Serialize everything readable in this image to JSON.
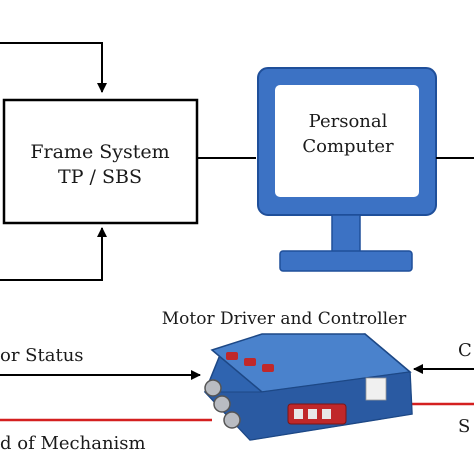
{
  "frame_box": {
    "line1": "Frame System",
    "line2": "TP / SBS"
  },
  "computer": {
    "line1": "Personal",
    "line2": "Computer"
  },
  "controller": {
    "title": "Motor Driver and Controller"
  },
  "left_labels": {
    "status": "or Status",
    "speed": "d of Mechanism"
  },
  "right_labels": {
    "top": "C",
    "bottom": "S"
  },
  "colors": {
    "line": "#000000",
    "speed_line": "#d42020",
    "monitor_fill": "#3c72c4",
    "monitor_stroke": "#1f4f9a",
    "device_body": "#2f64b0",
    "device_top": "#4a82cc",
    "connector": "#c0282a"
  }
}
